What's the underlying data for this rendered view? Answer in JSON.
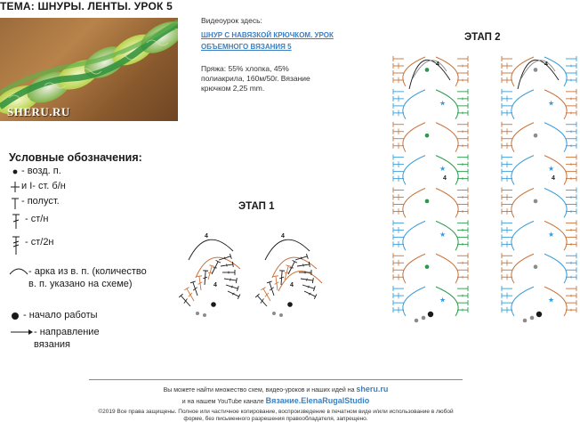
{
  "header": {
    "title": "ТЕМА: ШНУРЫ. ЛЕНТЫ. УРОК 5"
  },
  "photo": {
    "brand": "SHERU.RU"
  },
  "info": {
    "video_label": "Видеоурок здесь:",
    "video_link": "ШНУР С НАВЯЗКОЙ КРЮЧКОМ. УРОК ОБЪЕМНОГО ВЯЗАНИЯ 5",
    "yarn": "Пряжа: 55% хлопка, 45% полиакрила, 160м/50г. Вязание крючком 2,25 mm."
  },
  "legend": {
    "title": "Условные обозначения:",
    "items": [
      {
        "symbol": "dot-small",
        "label": "- возд. п."
      },
      {
        "symbol": "plus",
        "label": "и I- ст. б/н"
      },
      {
        "symbol": "t-bar",
        "label": "- полуст."
      },
      {
        "symbol": "dc",
        "label": "- ст/н"
      },
      {
        "symbol": "tr",
        "label": "- ст/2н"
      },
      {
        "symbol": "arc",
        "label": "- арка из в. п. (количество в. п. указано на схеме)"
      },
      {
        "symbol": "dot-big",
        "label": "- начало работы"
      },
      {
        "symbol": "arrow",
        "label": "- направление вязания"
      }
    ]
  },
  "stages": {
    "stage1": "ЭТАП 1",
    "stage2": "ЭТАП 2",
    "chain_count": "4"
  },
  "footer": {
    "line1_text": "Вы можете найти множество схем, видео-уроков и наших идей на",
    "line1_link": "sheru.ru",
    "line2_text": "и на нашем YouTube канале",
    "line2_link": "Вязание.ElenaRugalStudio",
    "copyright": "©2019 Все права защищены. Полное или частичное копирование, воспроизведение в печатном виде и/или использование в любой форме, без письменного разрешения правообладателя, запрещено."
  },
  "colors": {
    "black": "#1a1a1a",
    "orange": "#c8733a",
    "blue": "#3a9bd6",
    "green": "#2a9a4a",
    "grey": "#8c8c8c",
    "link": "#3c7fc0"
  }
}
